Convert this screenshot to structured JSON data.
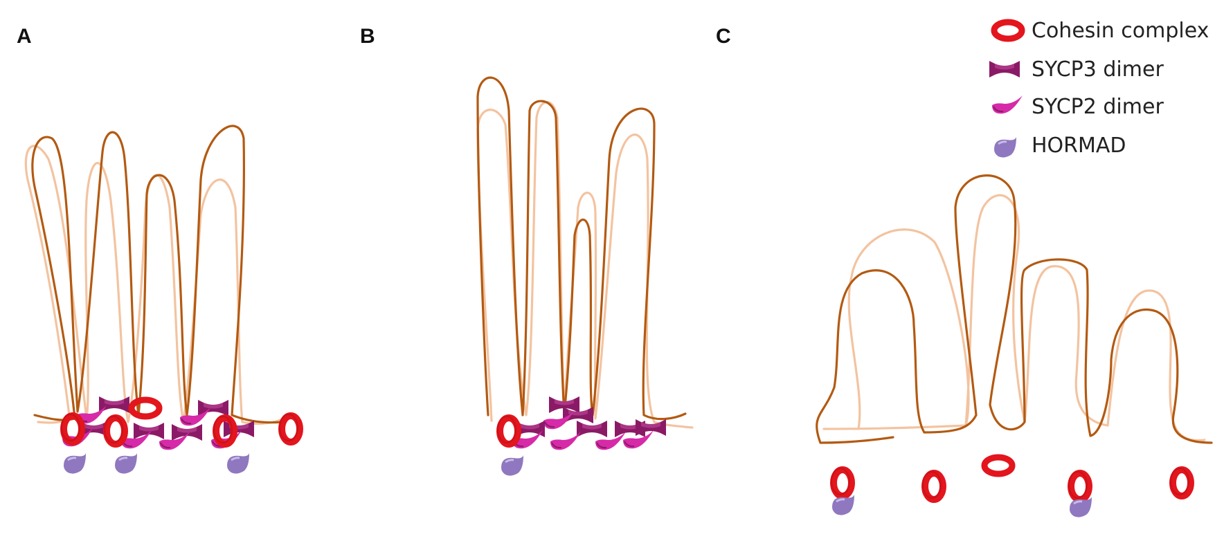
{
  "panels": [
    {
      "label": "A"
    },
    {
      "label": "B"
    },
    {
      "label": "C"
    }
  ],
  "legend": {
    "cohesin": "Cohesin complex",
    "sycp3": "SYCP3 dimer",
    "sycp2": "SYCP2 dimer",
    "hormad": "HORMAD"
  },
  "colors": {
    "strand_dark": "#b35a12",
    "strand_light": "#f3c3a0",
    "cohesin": "#e3151d",
    "sycp3": "#8b1a66",
    "sycp2": "#d62aa8",
    "hormad": "#8f78bf"
  },
  "icons": [
    "cohesin-ring-icon",
    "sycp3-dimer-icon",
    "sycp2-dimer-icon",
    "hormad-icon"
  ]
}
